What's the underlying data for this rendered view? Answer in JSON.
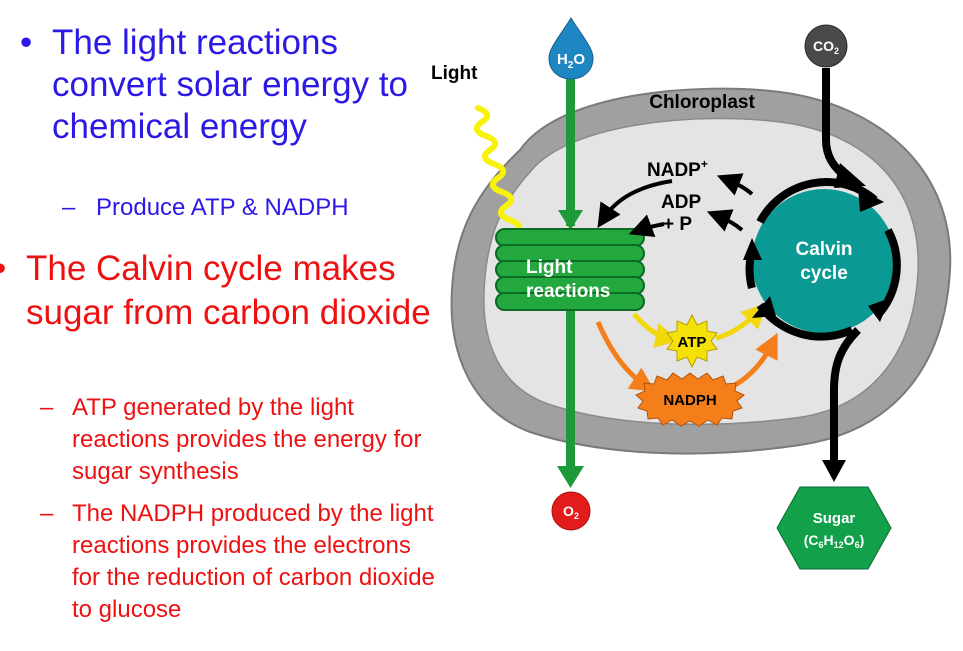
{
  "bullets": {
    "b1": {
      "bullet": "•",
      "text": "The light reactions convert solar energy to chemical energy",
      "sub": {
        "dash": "–",
        "text": "Produce ATP & NADPH"
      }
    },
    "b2": {
      "bullet": "•",
      "text": "The Calvin cycle makes sugar from carbon dioxide",
      "subs": [
        {
          "dash": "–",
          "text": "ATP generated by the light reactions provides the energy for sugar synthesis"
        },
        {
          "dash": "–",
          "text": "The NADPH produced by the light reactions provides the electrons for the reduction of carbon dioxide to glucose"
        }
      ]
    }
  },
  "diagram": {
    "light_label": "Light",
    "chloroplast_label": "Chloroplast",
    "h2o": {
      "base": "H",
      "sub": "2",
      "tail": "O"
    },
    "co2": {
      "base": "CO",
      "sub": "2"
    },
    "o2": {
      "base": "O",
      "sub": "2"
    },
    "nadp": {
      "base": "NADP",
      "sup": "+"
    },
    "adp_line1": "ADP",
    "adp_line2": "+ P",
    "light_reactions_line1": "Light",
    "light_reactions_line2": "reactions",
    "calvin_line1": "Calvin",
    "calvin_line2": "cycle",
    "atp": "ATP",
    "nadph": "NADPH",
    "sugar_label": "Sugar",
    "sugar_formula": {
      "open": "(C",
      "s1": "6",
      "h": "H",
      "s2": "12",
      "o": "O",
      "s3": "6",
      "close": ")"
    },
    "colors": {
      "membrane": "#a0a0a0",
      "stroma": "#e4e4e4",
      "green": "#1f9a3a",
      "teal": "#0a9a93",
      "h2o_blue": "#1f86c4",
      "co2_gray": "#4a4a4a",
      "o2_red": "#e21b1b",
      "sugar_green": "#13a04a",
      "atp_yellow": "#f5e10a",
      "nadph_orange": "#f47f1a"
    }
  }
}
